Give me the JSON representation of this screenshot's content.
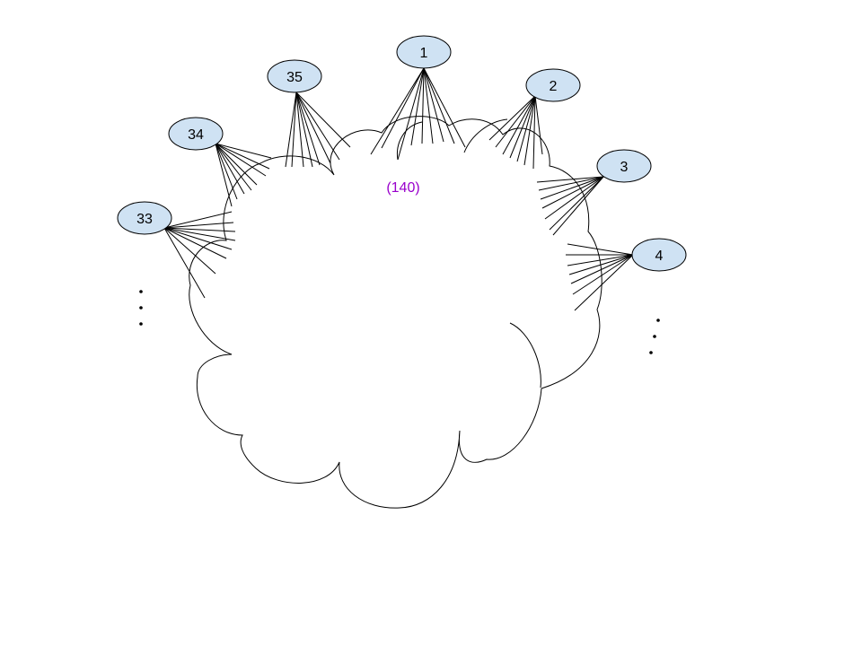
{
  "diagram": {
    "center_label": "(140)",
    "center_label_color": "#9900cc",
    "node_fill_color": "#cfe2f3",
    "line_color": "#000000",
    "nodes": [
      {
        "label": "1"
      },
      {
        "label": "2"
      },
      {
        "label": "3"
      },
      {
        "label": "4"
      },
      {
        "label": "33"
      },
      {
        "label": "34"
      },
      {
        "label": "35"
      }
    ],
    "ellipsis_marks": [
      "left-ellipsis",
      "right-ellipsis"
    ]
  }
}
